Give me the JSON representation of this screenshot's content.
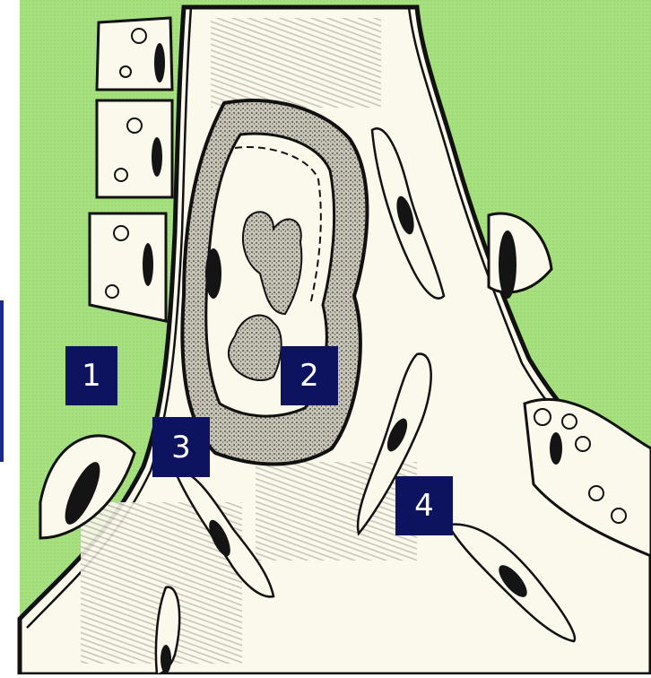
{
  "figure": {
    "colors": {
      "background": "#a7e07e",
      "tissue": "#fbf8ec",
      "outline": "#111111",
      "nucleus": "#141414",
      "label_bg": "#0e1360",
      "label_text": "#ffffff"
    }
  },
  "labels": [
    {
      "id": "1",
      "text": "1"
    },
    {
      "id": "2",
      "text": "2"
    },
    {
      "id": "3",
      "text": "3"
    },
    {
      "id": "4",
      "text": "4"
    }
  ]
}
